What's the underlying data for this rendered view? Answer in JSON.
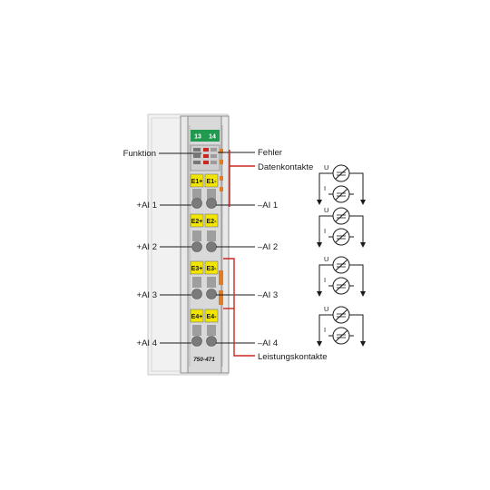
{
  "module": {
    "model_number": "750-471",
    "led_labels": [
      "13",
      "14"
    ]
  },
  "terminals": [
    {
      "plus_label": "E1+",
      "minus_label": "E1-"
    },
    {
      "plus_label": "E2+",
      "minus_label": "E2-"
    },
    {
      "plus_label": "E3+",
      "minus_label": "E3-"
    },
    {
      "plus_label": "E4+",
      "minus_label": "E4-"
    }
  ],
  "labels": {
    "funktion": "Funktion",
    "fehler": "Fehler",
    "datenkontakte": "Datenkontakte",
    "leistungskontakte": "Leistungskontakte",
    "left_channels": [
      "+AI 1",
      "+AI 2",
      "+AI 3",
      "+AI 4"
    ],
    "right_channels": [
      "–AI 1",
      "–AI 2",
      "–AI 3",
      "–AI 4"
    ]
  },
  "circuit_symbols": {
    "voltage": "U",
    "current": "I",
    "count": 4
  },
  "colors": {
    "module_body": "#d9d9d9",
    "rail": "#ececec",
    "terminal_yellow": "#f2e600",
    "led_green": "#1f9a4e",
    "callout_red": "#c8281e",
    "contact_orange": "#e07b22"
  }
}
